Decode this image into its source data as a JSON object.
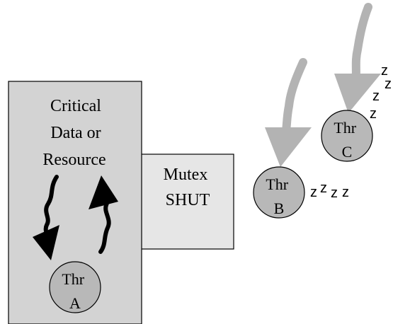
{
  "critical_box": {
    "lines": [
      "Critical",
      "Data or",
      "Resource"
    ],
    "fill": "#d3d3d3"
  },
  "mutex_box": {
    "lines": [
      "Mutex",
      "SHUT"
    ],
    "fill": "#e6e6e6"
  },
  "threads": [
    {
      "id": "A",
      "lines": [
        "Thr",
        "A"
      ],
      "fill": "#b8b8b8"
    },
    {
      "id": "B",
      "lines": [
        "Thr",
        "B"
      ],
      "fill": "#b8b8b8"
    },
    {
      "id": "C",
      "lines": [
        "Thr",
        "C"
      ],
      "fill": "#b8b8b8"
    }
  ],
  "sleep_b": [
    "z",
    "z",
    "z",
    "z"
  ],
  "sleep_c": [
    "z",
    "z",
    "z",
    "z"
  ],
  "arrow_gray": "#b3b3b3",
  "arrow_black": "#000000"
}
